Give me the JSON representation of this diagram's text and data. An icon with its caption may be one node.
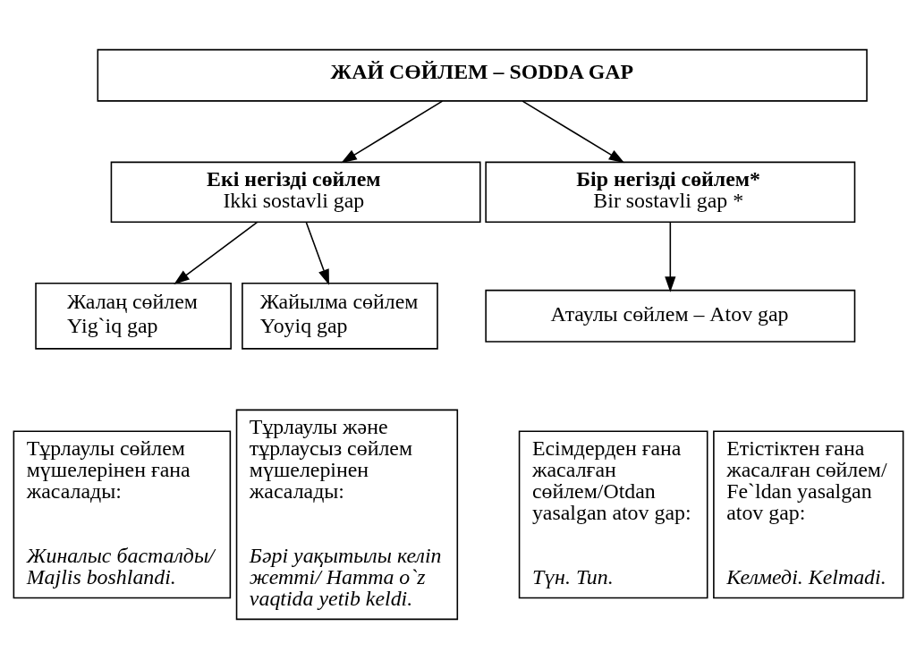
{
  "diagram": {
    "nodes": [
      {
        "text": [
          "ЖАЙ СӨЙЛЕМ – SODDA GAP"
        ]
      },
      {
        "text": [
          "Екі негізді сөйлем",
          "Ikki sostavli gap"
        ]
      },
      {
        "text": [
          "Бір негізді сөйлем*",
          "Bir sostavli gap *"
        ]
      },
      {
        "text": [
          "Жалаң сөйлем",
          "Yig`iq gap"
        ]
      },
      {
        "text": [
          "Жайылма сөйлем",
          "Yoyiq gap"
        ]
      },
      {
        "text": [
          "Атаулы сөйлем – Atov gap"
        ]
      },
      {
        "text": [
          "Тұрлаулы сөйлем мүшелерінен ғана жасалады:",
          "Жиналыс басталды/ Majlis boshlandi."
        ]
      },
      {
        "text": [
          "Тұрлаулы және тұрлаусыз сөйлем мүшелерінен жасалады:",
          "Бәрі уақытылы келіп жетті/ Hamma o`z vaqtida yetib keldi."
        ]
      },
      {
        "text": [
          "Есімдерден ғана жасалған сөйлем/Otdan yasalgan atov gap:",
          "Түн. Tun."
        ]
      },
      {
        "text": [
          "Етістіктен ғана жасалған сөйлем/ Fe`ldan yasalgan atov gap:",
          "Келмеді. Kelmadi."
        ]
      }
    ],
    "edges": [
      {
        "from": 0,
        "to": 1,
        "arrow": "to"
      },
      {
        "from": 0,
        "to": 2,
        "arrow": "to"
      },
      {
        "from": 1,
        "to": 3,
        "arrow": "to"
      },
      {
        "from": 1,
        "to": 4,
        "arrow": "to"
      },
      {
        "from": 2,
        "to": 5,
        "arrow": "to"
      }
    ]
  }
}
